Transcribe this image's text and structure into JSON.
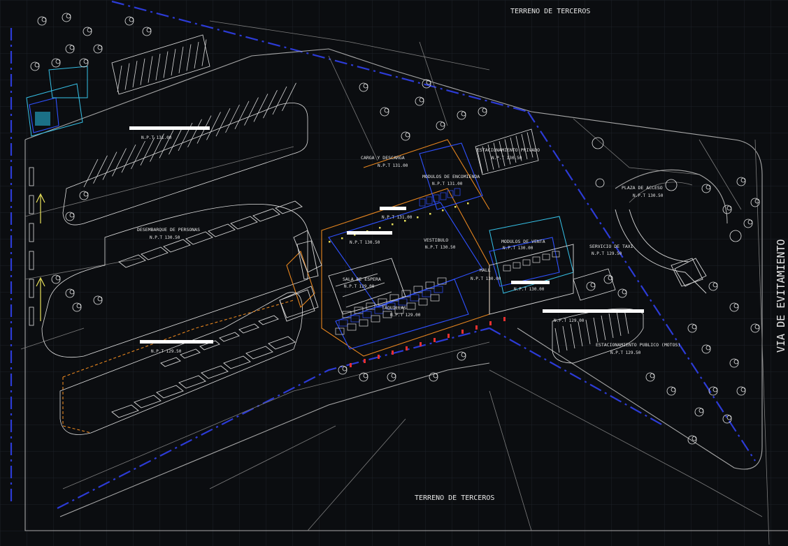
{
  "plan": {
    "boundary_top": "TERRENO DE TERCEROS",
    "boundary_bottom": "TERRENO DE TERCEROS",
    "road_right": "VIA DE EVITAMIENTO"
  },
  "zones": [
    {
      "id": "carga",
      "name": "CARGA Y DESCARGA",
      "level": "N.P.T 131.00"
    },
    {
      "id": "encomienda",
      "name": "MODULOS DE ENCOMIENDA",
      "level": "N.P.T 131.00"
    },
    {
      "id": "privado",
      "name": "ESTACIONAMIENTO PRIVADO",
      "level": "N.P.T 130.50"
    },
    {
      "id": "plaza",
      "name": "PLAZA DE ACCESO",
      "level": "N.P.T 130.50"
    },
    {
      "id": "vestibulo",
      "name": "VESTIBULO",
      "level": "N.P.T 130.50"
    },
    {
      "id": "venta",
      "name": "MODULOS DE VENTA",
      "level": "N.P.T 130.00"
    },
    {
      "id": "taxi",
      "name": "SERVICIO DE TAXI",
      "level": "N.P.T 129.50"
    },
    {
      "id": "desembarque",
      "name": "DESEMBARQUE DE PERSONAS",
      "level": "N.P.T 130.50"
    },
    {
      "id": "espera",
      "name": "SALA DE ESPERA",
      "level": "N.P.T 129.00"
    },
    {
      "id": "hall",
      "name": "HALL",
      "level": "N.P.T 130.00"
    },
    {
      "id": "taquillas",
      "name": "TAQUILLAS",
      "level": "N.P.T 129.00"
    },
    {
      "id": "motos",
      "name": "ESTACIONAMIENTO PUBLICO (MOTOS)",
      "level": "N.P.T 129.50"
    }
  ],
  "levels": {
    "upper_left": "N.P.T 131.00",
    "central_a": "N.P.T 131.00",
    "central_b": "N.P.T 130.50",
    "central_c": "N.P.T 130.00",
    "lower_left": "N.P.T 129.50",
    "lower_right": "N.P.T 129.00"
  },
  "colors": {
    "background": "#0b0d10",
    "grid": "#1c2128",
    "boundary": "#2c3bd6",
    "building_orange": "#e7861f",
    "building_blue": "#2f51ff",
    "building_cyan": "#36c2e8",
    "line": "#d9d9d9"
  }
}
